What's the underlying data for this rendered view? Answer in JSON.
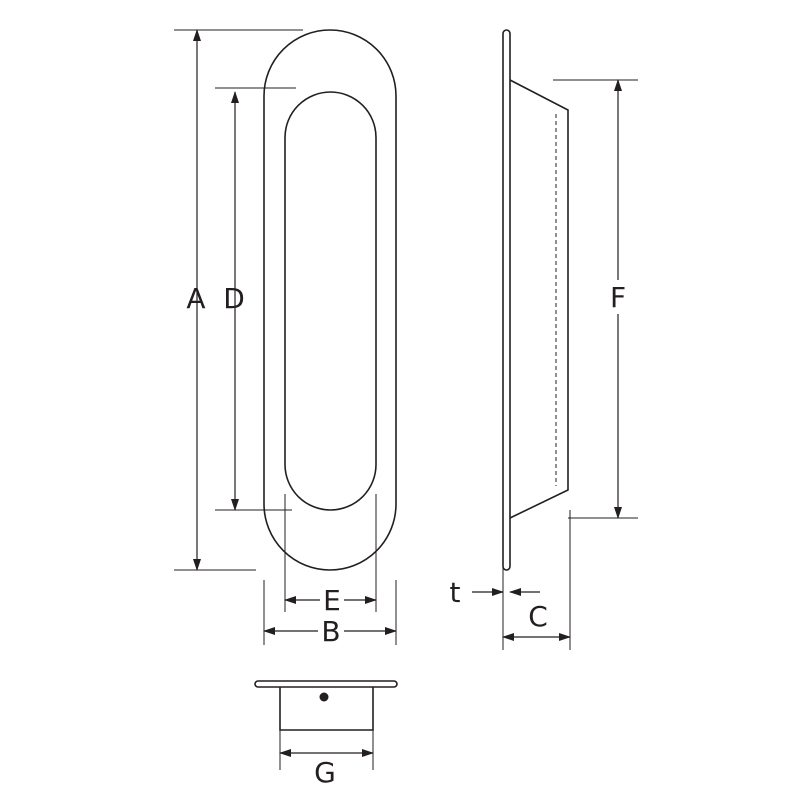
{
  "dimension_labels": {
    "a": "A",
    "b": "B",
    "c": "C",
    "d": "D",
    "e": "E",
    "f": "F",
    "g": "G",
    "t": "t"
  },
  "colors": {
    "line": "#231f20",
    "background": "#ffffff"
  }
}
